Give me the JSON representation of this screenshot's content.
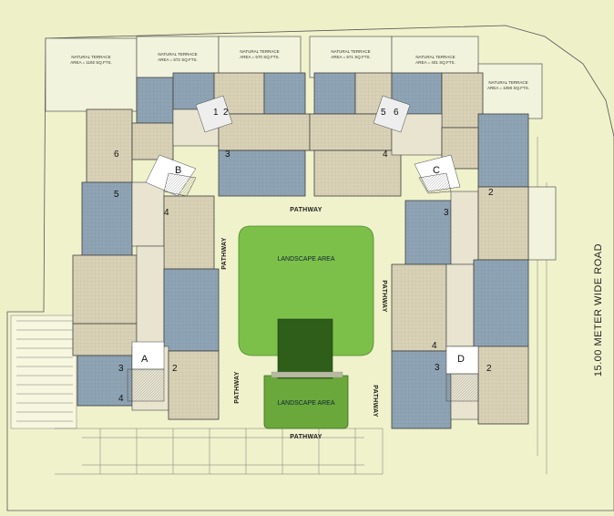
{
  "road": {
    "label": "15.00 METER WIDE ROAD"
  },
  "pathway_label": "PATHWAY",
  "landscape_label": "LANDSCAPE AREA",
  "terraces": [
    {
      "line1": "NATURAL TERRACE",
      "line2": "AREA = 1192 SQ.FTS."
    },
    {
      "line1": "NATURAL TERRACE",
      "line2": "AREA = 572 SQ.FTS."
    },
    {
      "line1": "NATURAL TERRACE",
      "line2": "AREA = 570 SQ.FTS."
    },
    {
      "line1": "NATURAL TERRACE",
      "line2": "AREA = 571 SQ.FTS."
    },
    {
      "line1": "NATURAL TERRACE",
      "line2": "AREA = 401 SQ.FTS."
    },
    {
      "line1": "NATURAL TERRACE",
      "line2": "AREA = 1090 SQ.FTS."
    }
  ],
  "wings": [
    "A",
    "B",
    "C",
    "D"
  ],
  "flat_numbers": [
    "1",
    "2",
    "3",
    "4",
    "5",
    "6"
  ],
  "colors": {
    "background": "#eef0c8",
    "flat_blue": "#8fa4b4",
    "flat_beige": "#d9d2b6",
    "landscape_light": "#7cc04a",
    "landscape_dark": "#2e5e1a"
  }
}
